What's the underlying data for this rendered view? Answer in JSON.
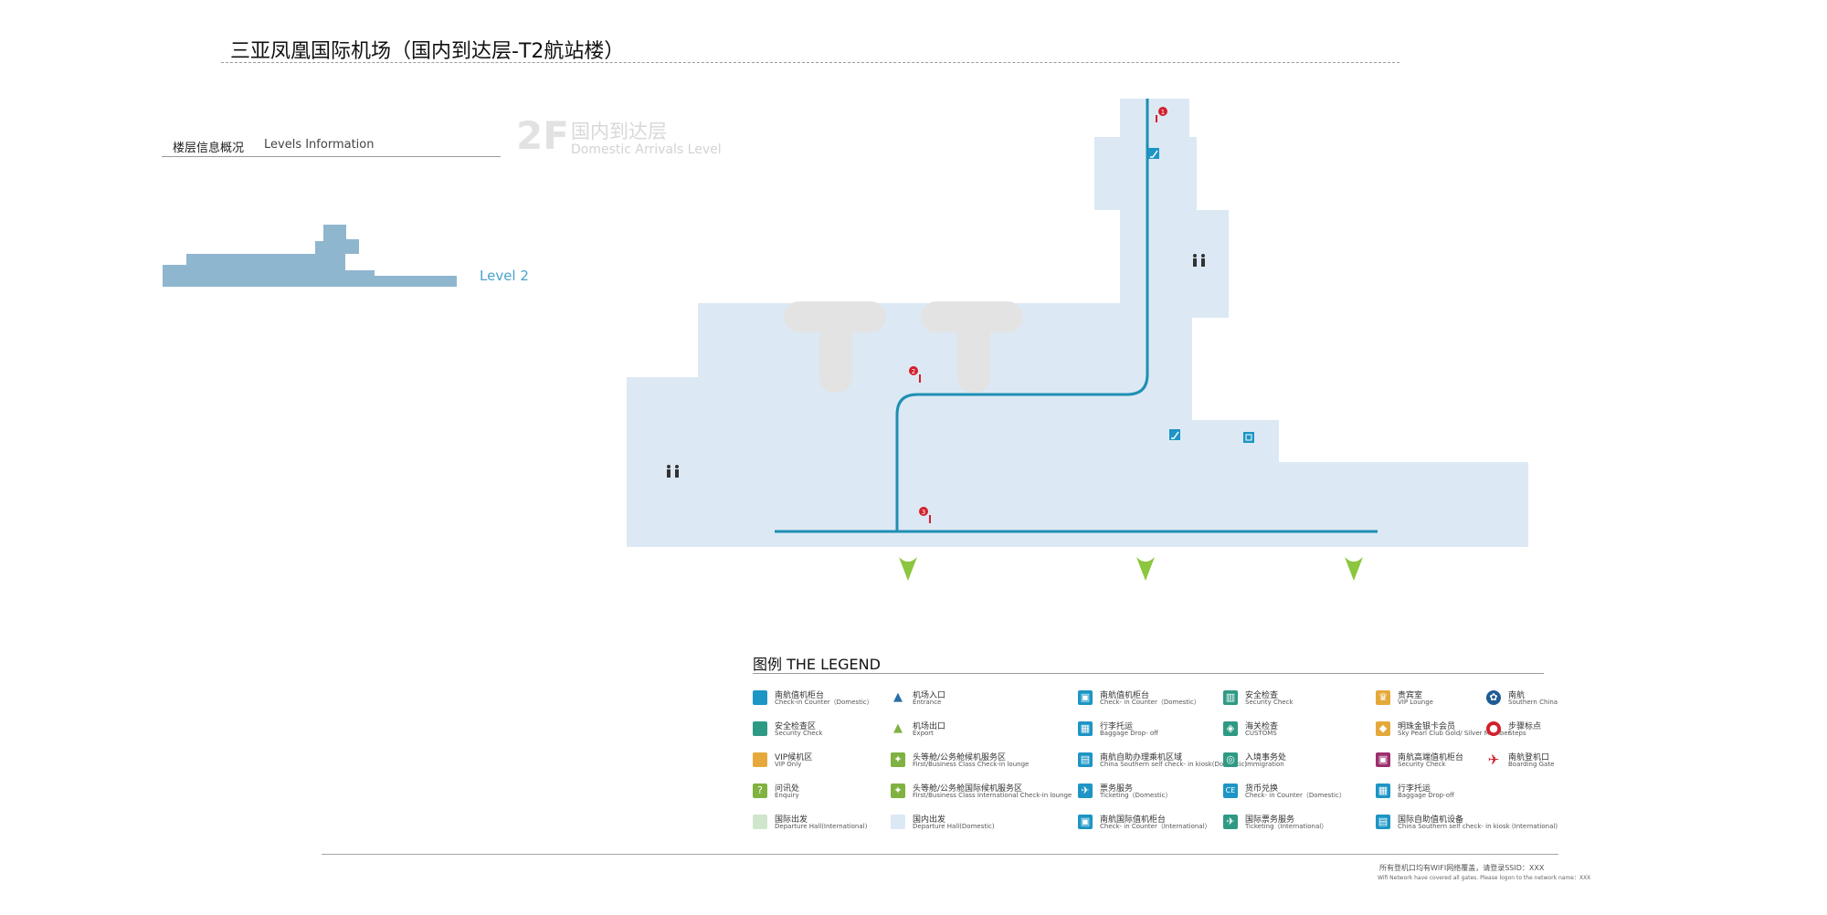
{
  "header": {
    "title": "三亚凤凰国际机场（国内到达层-T2航站楼）"
  },
  "levels": {
    "label_cn": "楼层信息概况",
    "label_en": "Levels Information",
    "level_label": "Level 2"
  },
  "floor": {
    "code": "2F",
    "name_cn": "国内到达层",
    "name_en": "Domestic Arrivals Level"
  },
  "colors": {
    "floor_fill": "#dce9f4",
    "route": "#1f8fb3",
    "gate_gray": "#e3e3e3",
    "marker_red": "#d21f2b",
    "exit_green": "#8cc63f",
    "profile_blue": "#8fb6cf"
  },
  "map_markers": [
    {
      "number": "1",
      "type": "step-marker"
    },
    {
      "number": "2",
      "type": "step-marker"
    },
    {
      "number": "3",
      "type": "step-marker"
    }
  ],
  "legend": {
    "title": "图例  THE LEGEND",
    "items": [
      {
        "cn": "南航值机柜台",
        "en": "Check-in Counter（Domestic）",
        "color": "#1d95c5",
        "icon": "square"
      },
      {
        "cn": "安全检查区",
        "en": "Security Check",
        "color": "#2f9a84",
        "icon": "square"
      },
      {
        "cn": "VIP候机区",
        "en": "VIP Only",
        "color": "#e5a93b",
        "icon": "square"
      },
      {
        "cn": "问讯处",
        "en": "Enquiry",
        "color": "#7fb241",
        "icon": "question-icon"
      },
      {
        "cn": "国际出发",
        "en": "Departure Hall(International)",
        "color": "#cfe6cd",
        "icon": "square"
      },
      {
        "cn": "机场入口",
        "en": "Entrance",
        "color": "#2a6ea6",
        "icon": "entrance-arrow-icon"
      },
      {
        "cn": "机场出口",
        "en": "Export",
        "color": "#7fb241",
        "icon": "exit-arrow-icon"
      },
      {
        "cn": "头等舱/公务舱候机服务区",
        "en": "First/Business Class Check-in lounge",
        "color": "#7fb241",
        "icon": "lounge-icon"
      },
      {
        "cn": "头等舱/公务舱国际候机服务区",
        "en": "First/Business Class International Check-in lounge",
        "color": "#7fb241",
        "icon": "lounge-icon"
      },
      {
        "cn": "国内出发",
        "en": "Departure Hall(Domestic)",
        "color": "#dce9f4",
        "icon": "square"
      },
      {
        "cn": "南航值机柜台",
        "en": "Check- in Counter（Domestic）",
        "color": "#1d95c5",
        "icon": "counter-icon"
      },
      {
        "cn": "行李托运",
        "en": "Baggage Drop- off",
        "color": "#1d95c5",
        "icon": "baggage-icon"
      },
      {
        "cn": "南航自助办理乘机区域",
        "en": "China Southern self check- in kiosk(Domestic)",
        "color": "#1d95c5",
        "icon": "kiosk-icon"
      },
      {
        "cn": "票务服务",
        "en": "Ticketing（Domestic）",
        "color": "#1d95c5",
        "icon": "ticket-icon"
      },
      {
        "cn": "南航国际值机柜台",
        "en": "Check- in Counter（International）",
        "color": "#1d95c5",
        "icon": "counter-icon"
      },
      {
        "cn": "安全检查",
        "en": "Security Check",
        "color": "#2f9a84",
        "icon": "security-icon"
      },
      {
        "cn": "海关检查",
        "en": "CUSTOMS",
        "color": "#2f9a84",
        "icon": "customs-icon"
      },
      {
        "cn": "入境事务处",
        "en": "Immigration",
        "color": "#2f9a84",
        "icon": "immigration-icon"
      },
      {
        "cn": "货币兑换",
        "en": "Check- in Counter（Domestic）",
        "color": "#1d95c5",
        "icon": "exchange-icon"
      },
      {
        "cn": "国际票务服务",
        "en": "Ticketing（International）",
        "color": "#2f9a84",
        "icon": "ticket-icon"
      },
      {
        "cn": "贵宾室",
        "en": "VIP Lounge",
        "color": "#e5a93b",
        "icon": "vip-icon"
      },
      {
        "cn": "明珠金银卡会员",
        "en": "Sky Pearl Club Gold/ Silver Member",
        "color": "#e5a93b",
        "icon": "pearl-icon"
      },
      {
        "cn": "南航高端值机柜台",
        "en": "Security Check",
        "color": "#9b2f6e",
        "icon": "premium-icon"
      },
      {
        "cn": "行李托运",
        "en": "Baggage Drop-off",
        "color": "#1d95c5",
        "icon": "baggage-icon"
      },
      {
        "cn": "国际自助值机设备",
        "en": "China Southern self check- in kiosk (International)",
        "color": "#1d95c5",
        "icon": "kiosk-icon"
      },
      {
        "cn": "南航",
        "en": "Southern China",
        "color": "#1f5b95",
        "icon": "airline-icon"
      },
      {
        "cn": "步骤标点",
        "en": "Steps",
        "color": "#d21f2b",
        "icon": "step-icon"
      },
      {
        "cn": "南航登机口",
        "en": "Boarding Gate",
        "color": "#d21f2b",
        "icon": "plane-icon"
      }
    ]
  },
  "footer": {
    "wifi_cn": "所有登机口均有WIFI网络覆盖，请登录SSID：XXX",
    "wifi_en": "Wifi Network have covered all gates. Please logon to the network name：XXX"
  }
}
